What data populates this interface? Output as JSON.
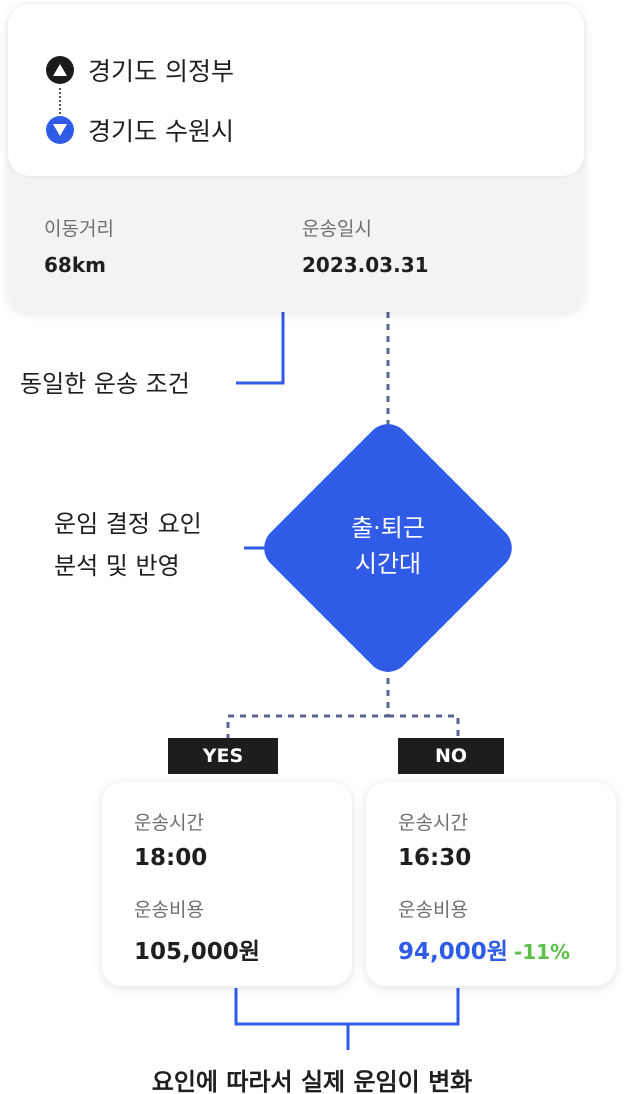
{
  "route": {
    "origin": "경기도 의정부",
    "destination": "경기도 수원시",
    "distance_label": "이동거리",
    "distance_value": "68km",
    "date_label": "운송일시",
    "date_value": "2023.03.31"
  },
  "labels": {
    "same_condition": "동일한 운송 조건",
    "factor_line1": "운임 결정 요인",
    "factor_line2": "분석 및 반영"
  },
  "decision": {
    "line1": "출·퇴근",
    "line2": "시간대"
  },
  "branches": {
    "yes": {
      "tag": "YES",
      "time_label": "운송시간",
      "time_value": "18:00",
      "cost_label": "운송비용",
      "cost_value": "105,000원"
    },
    "no": {
      "tag": "NO",
      "time_label": "운송시간",
      "time_value": "16:30",
      "cost_label": "운송비용",
      "cost_value": "94,000원",
      "change": "-11%"
    }
  },
  "caption": "요인에 따라서 실제 운임이 변화",
  "colors": {
    "accent_blue": "#2f5be6",
    "dotted_line": "#5b6590",
    "positive_green": "#5cc04a",
    "tag_bg": "#1d1d1d"
  }
}
